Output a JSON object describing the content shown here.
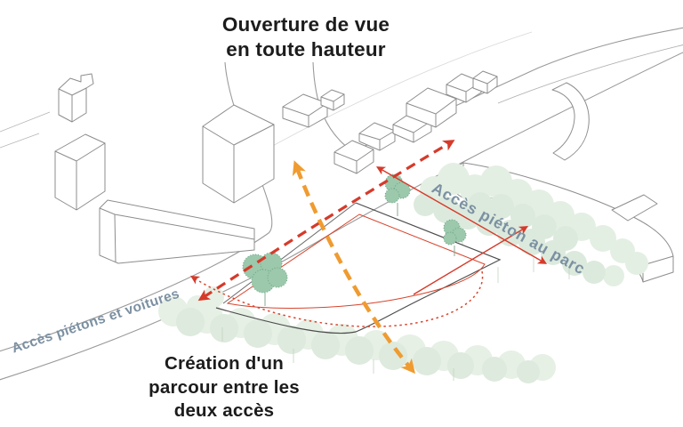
{
  "view": {
    "title_line1": "Ouverture de vue",
    "title_line2": "en toute hauteur"
  },
  "annotations": {
    "park_access_label": "Accès piéton au parc",
    "street_access_label": "Accès piétons et voitures",
    "path_note_line1": "Création d'un",
    "path_note_line2": "parcour entre les",
    "path_note_line3": "deux accès"
  },
  "colors": {
    "heading_text": "#1c1c1c",
    "access_label_blue": "#7b90a2",
    "arrow_red": "#d63a2a",
    "arrow_orange": "#f09b30",
    "parcel_red": "#d8452e",
    "site_boundary_dark": "#4d4d4d",
    "building_line": "#8d8d8d",
    "road_line": "#9a9a9a",
    "tree_green": "#9cc8ab",
    "tree_green_edge": "#6aa585",
    "tree_light_green": "#e4efe4"
  }
}
